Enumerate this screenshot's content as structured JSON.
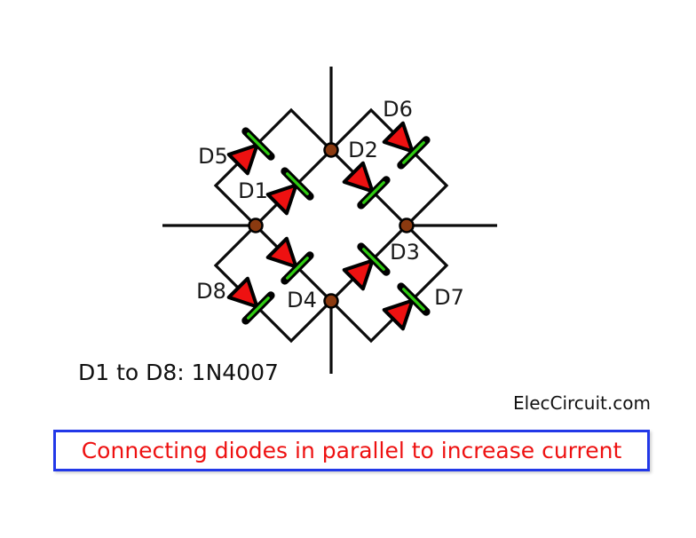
{
  "diagram": {
    "note": "D1 to D8: 1N4007",
    "watermark": "ElecCircuit.com",
    "diodes": [
      {
        "label": "D1",
        "position": "inner-upper-left",
        "direction": "up-right"
      },
      {
        "label": "D2",
        "position": "inner-upper-right",
        "direction": "down-right"
      },
      {
        "label": "D3",
        "position": "inner-lower-right",
        "direction": "up-right"
      },
      {
        "label": "D4",
        "position": "inner-lower-left",
        "direction": "down-right"
      },
      {
        "label": "D5",
        "position": "outer-upper-left",
        "direction": "up-right"
      },
      {
        "label": "D6",
        "position": "outer-upper-right",
        "direction": "down-right"
      },
      {
        "label": "D7",
        "position": "outer-lower-right",
        "direction": "up-right"
      },
      {
        "label": "D8",
        "position": "outer-lower-left",
        "direction": "down-right"
      }
    ],
    "colors": {
      "diode_body": "#ee1111",
      "cathode_stripe": "#2fcc11",
      "wire": "#0b0b0b",
      "junction_dot": "#8b3a10"
    }
  },
  "caption": {
    "text": "Connecting diodes in parallel to increase current",
    "text_color": "#ee1111",
    "border_color": "#2238e8"
  }
}
